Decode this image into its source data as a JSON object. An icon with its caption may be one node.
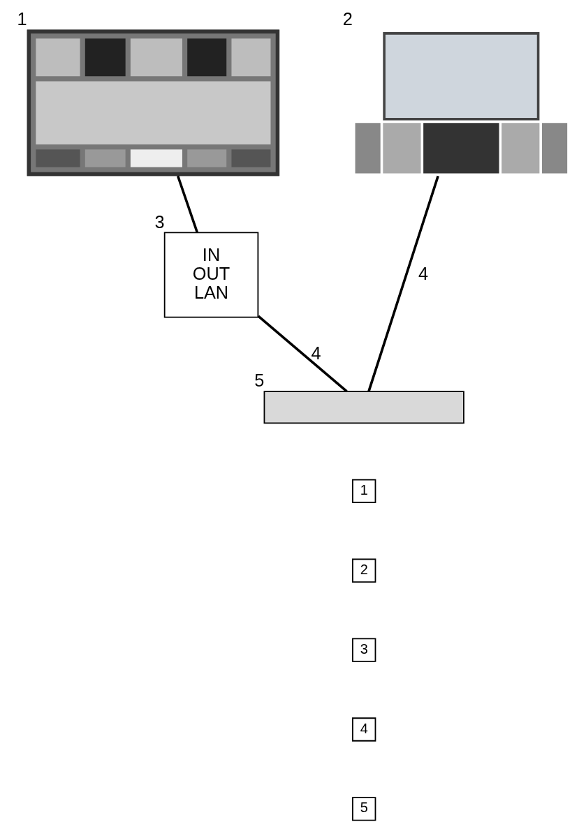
{
  "diagram": {
    "nodes": [
      {
        "text": [],
        "shape": "picture",
        "beside": [
          "1"
        ]
      },
      {
        "text": [],
        "shape": "picture",
        "beside": [
          "2"
        ]
      },
      {
        "text": [
          "IN",
          "OUT",
          "LAN"
        ],
        "beside": [
          "3"
        ]
      },
      {
        "text": [],
        "shape": "box",
        "beside": [
          "5"
        ]
      }
    ],
    "edges": [
      {
        "from": 0,
        "to": 2,
        "arrow": "none"
      },
      {
        "from": 2,
        "to": 3,
        "arrow": "none",
        "label": "4"
      },
      {
        "from": 1,
        "to": 3,
        "arrow": "none",
        "label": "4"
      }
    ],
    "labels": [
      "1",
      "2",
      "3",
      "4",
      "5"
    ]
  }
}
